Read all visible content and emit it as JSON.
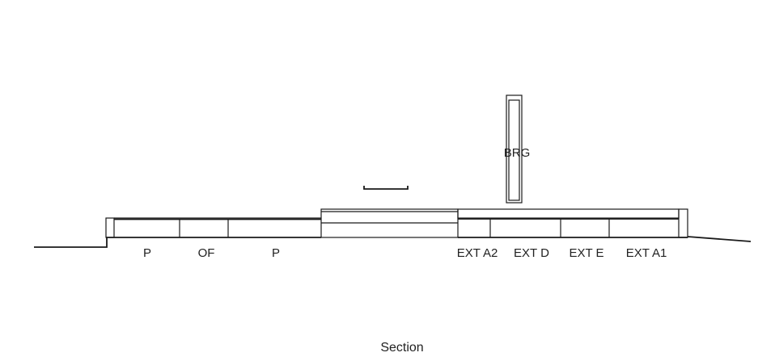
{
  "drawing": {
    "caption": "Section",
    "room_labels": {
      "p_left": "P",
      "of": "OF",
      "p_right": "P",
      "ext_a2": "EXT A2",
      "ext_d": "EXT D",
      "ext_e": "EXT E",
      "ext_a1": "EXT A1",
      "brg": "BRG"
    }
  }
}
